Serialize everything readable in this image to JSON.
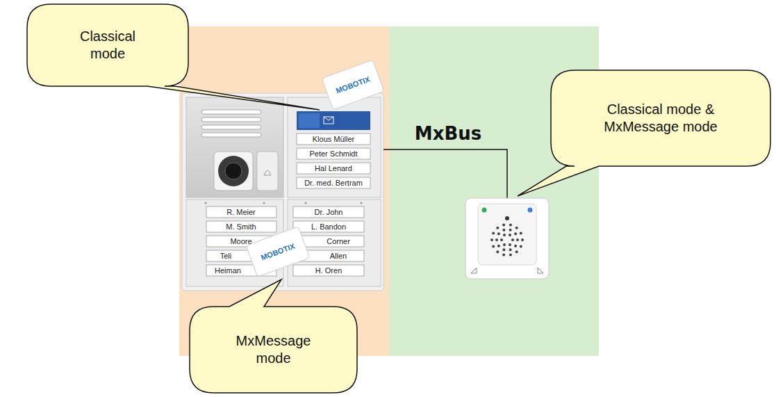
{
  "diagram": {
    "nodes": [
      {
        "text": [
          "Classical mode"
        ]
      },
      {
        "text": [
          "Classical mode & MxMessage mode"
        ]
      },
      {
        "text": [
          "MxMessage mode"
        ]
      }
    ],
    "labels": [
      "MOBOTIX",
      "Klous Müller",
      "Peter Schmidt",
      "Hal Lenard",
      "Dr. med. Bertram",
      "MxBus",
      "R. Meier",
      "M. Smith",
      "Moore",
      "Teli",
      "Heiman",
      "Dr. John",
      "L. Bandon",
      "Corner",
      "Allen",
      "H. Oren",
      "MOBOTIX"
    ]
  }
}
